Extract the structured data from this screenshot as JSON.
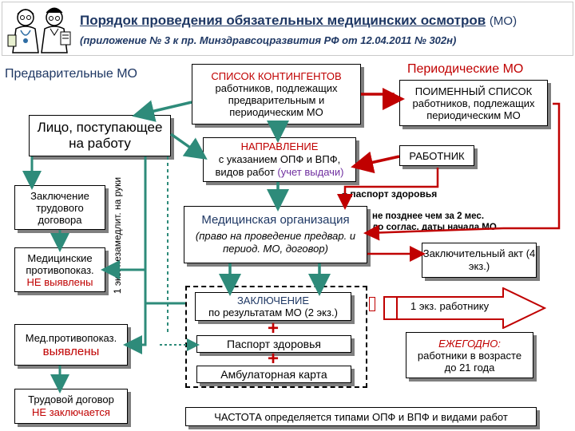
{
  "header": {
    "title": "Порядок проведения обязательных медицинских осмотров",
    "title_abbr": "(МО)",
    "subtitle": "(приложение № 3 к пр. Минздравсоцразвития РФ от 12.04.2011 № 302н)"
  },
  "left": {
    "preliminary_title": "Предварительные МО",
    "applicant": "Лицо, поступающее на работу",
    "contract_concluded": "Заключение трудового договора",
    "contraind_none_line1": "Медицинские противопоказ.",
    "contraind_none_line2": "НЕ выявлены",
    "vertical_note": "1 экз. незамедлит. на руки",
    "contraind_found_line1": "Мед.противопоказ.",
    "contraind_found_line2": "выявлены",
    "contract_not_line1": "Трудовой договор",
    "contract_not_line2": "НЕ заключается"
  },
  "center": {
    "contingent_title": "СПИСОК КОНТИНГЕНТОВ",
    "contingent_body": "работников, подлежащих предварительным и периодическим МО",
    "referral_title": "НАПРАВЛЕНИЕ",
    "referral_body1": "с указанием ОПФ и ВПФ,",
    "referral_body2": "видов работ",
    "referral_body3": "(учет выдачи)",
    "passport_note": "+ паспорт здоровья",
    "med_org_title": "Медицинская организация",
    "med_org_body": "(право на проведение предвар. и период. МО, договор)",
    "conclusion_title": "ЗАКЛЮЧЕНИЕ",
    "conclusion_body": "по результатам МО (2 экз.)",
    "plus1": "+",
    "health_passport": "Паспорт здоровья",
    "plus2": "+",
    "outpatient_card": "Амбулаторная карта"
  },
  "right": {
    "periodic_title": "Периодические МО",
    "named_list": "ПОИМЕННЫЙ СПИСОК работников, подлежащих периодическим МО",
    "worker": "РАБОТНИК",
    "deadline_line1": "не позднее чем за 2 мес.",
    "deadline_line2": "до соглас. даты начала МО",
    "final_act": "Заключительный акт (4 экз.)",
    "copy_to_worker": "1 экз. работнику",
    "annual_title": "ЕЖЕГОДНО:",
    "annual_body": "работники в возрасте до 21 года",
    "frequency": "ЧАСТОТА определяется типами ОПФ и ВПФ и видами работ"
  },
  "colors": {
    "title_blue": "#1f3864",
    "red": "#c00000",
    "dark_red": "#c00000",
    "teal": "#2e8b7a",
    "purple": "#7030a0",
    "box_shadow": "#7f7f7f"
  },
  "icons": [
    "doctors-icon"
  ]
}
